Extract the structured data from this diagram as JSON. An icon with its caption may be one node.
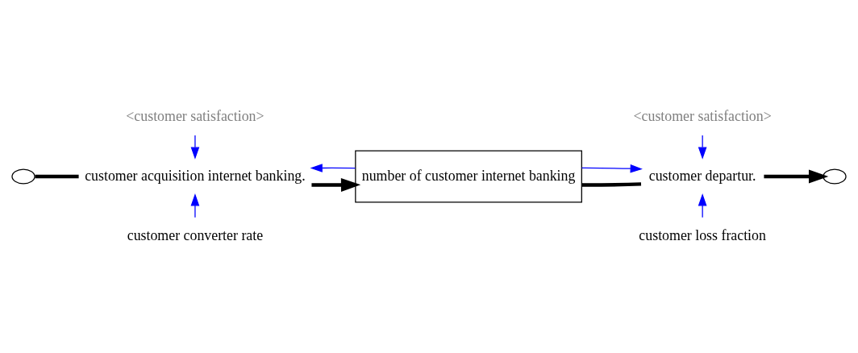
{
  "diagram": {
    "nodes": [
      {
        "text": [],
        "shape": "cloud"
      },
      {
        "text": [
          "<customer satisfaction>"
        ]
      },
      {
        "text": [
          "customer acquisition internet banking."
        ]
      },
      {
        "text": [
          "number of customer internet banking"
        ]
      },
      {
        "text": [
          "<customer satisfaction>"
        ]
      },
      {
        "text": [
          "customer departur."
        ]
      },
      {
        "text": [],
        "shape": "cloud"
      },
      {
        "text": [
          "customer converter rate"
        ]
      },
      {
        "text": [
          "customer loss fraction"
        ]
      }
    ],
    "edges": [
      {
        "from": 1,
        "to": 2,
        "arrow": "to"
      },
      {
        "from": 0,
        "to": 2,
        "arrow": "none",
        "style": "thick",
        "color": "#000000"
      },
      {
        "from": 2,
        "to": 3,
        "arrow": "to",
        "style": "thick",
        "color": "#000000"
      },
      {
        "from": 7,
        "to": 2,
        "arrow": "to"
      },
      {
        "from": 3,
        "to": 2,
        "arrow": "to"
      },
      {
        "from": 4,
        "to": 5,
        "arrow": "to"
      },
      {
        "from": 3,
        "to": 5,
        "arrow": "none",
        "style": "thick",
        "color": "#000000"
      },
      {
        "from": 5,
        "to": 6,
        "arrow": "to",
        "style": "thick",
        "color": "#000000"
      },
      {
        "from": 3,
        "to": 5,
        "arrow": "to"
      },
      {
        "from": 8,
        "to": 5,
        "arrow": "to"
      }
    ]
  }
}
